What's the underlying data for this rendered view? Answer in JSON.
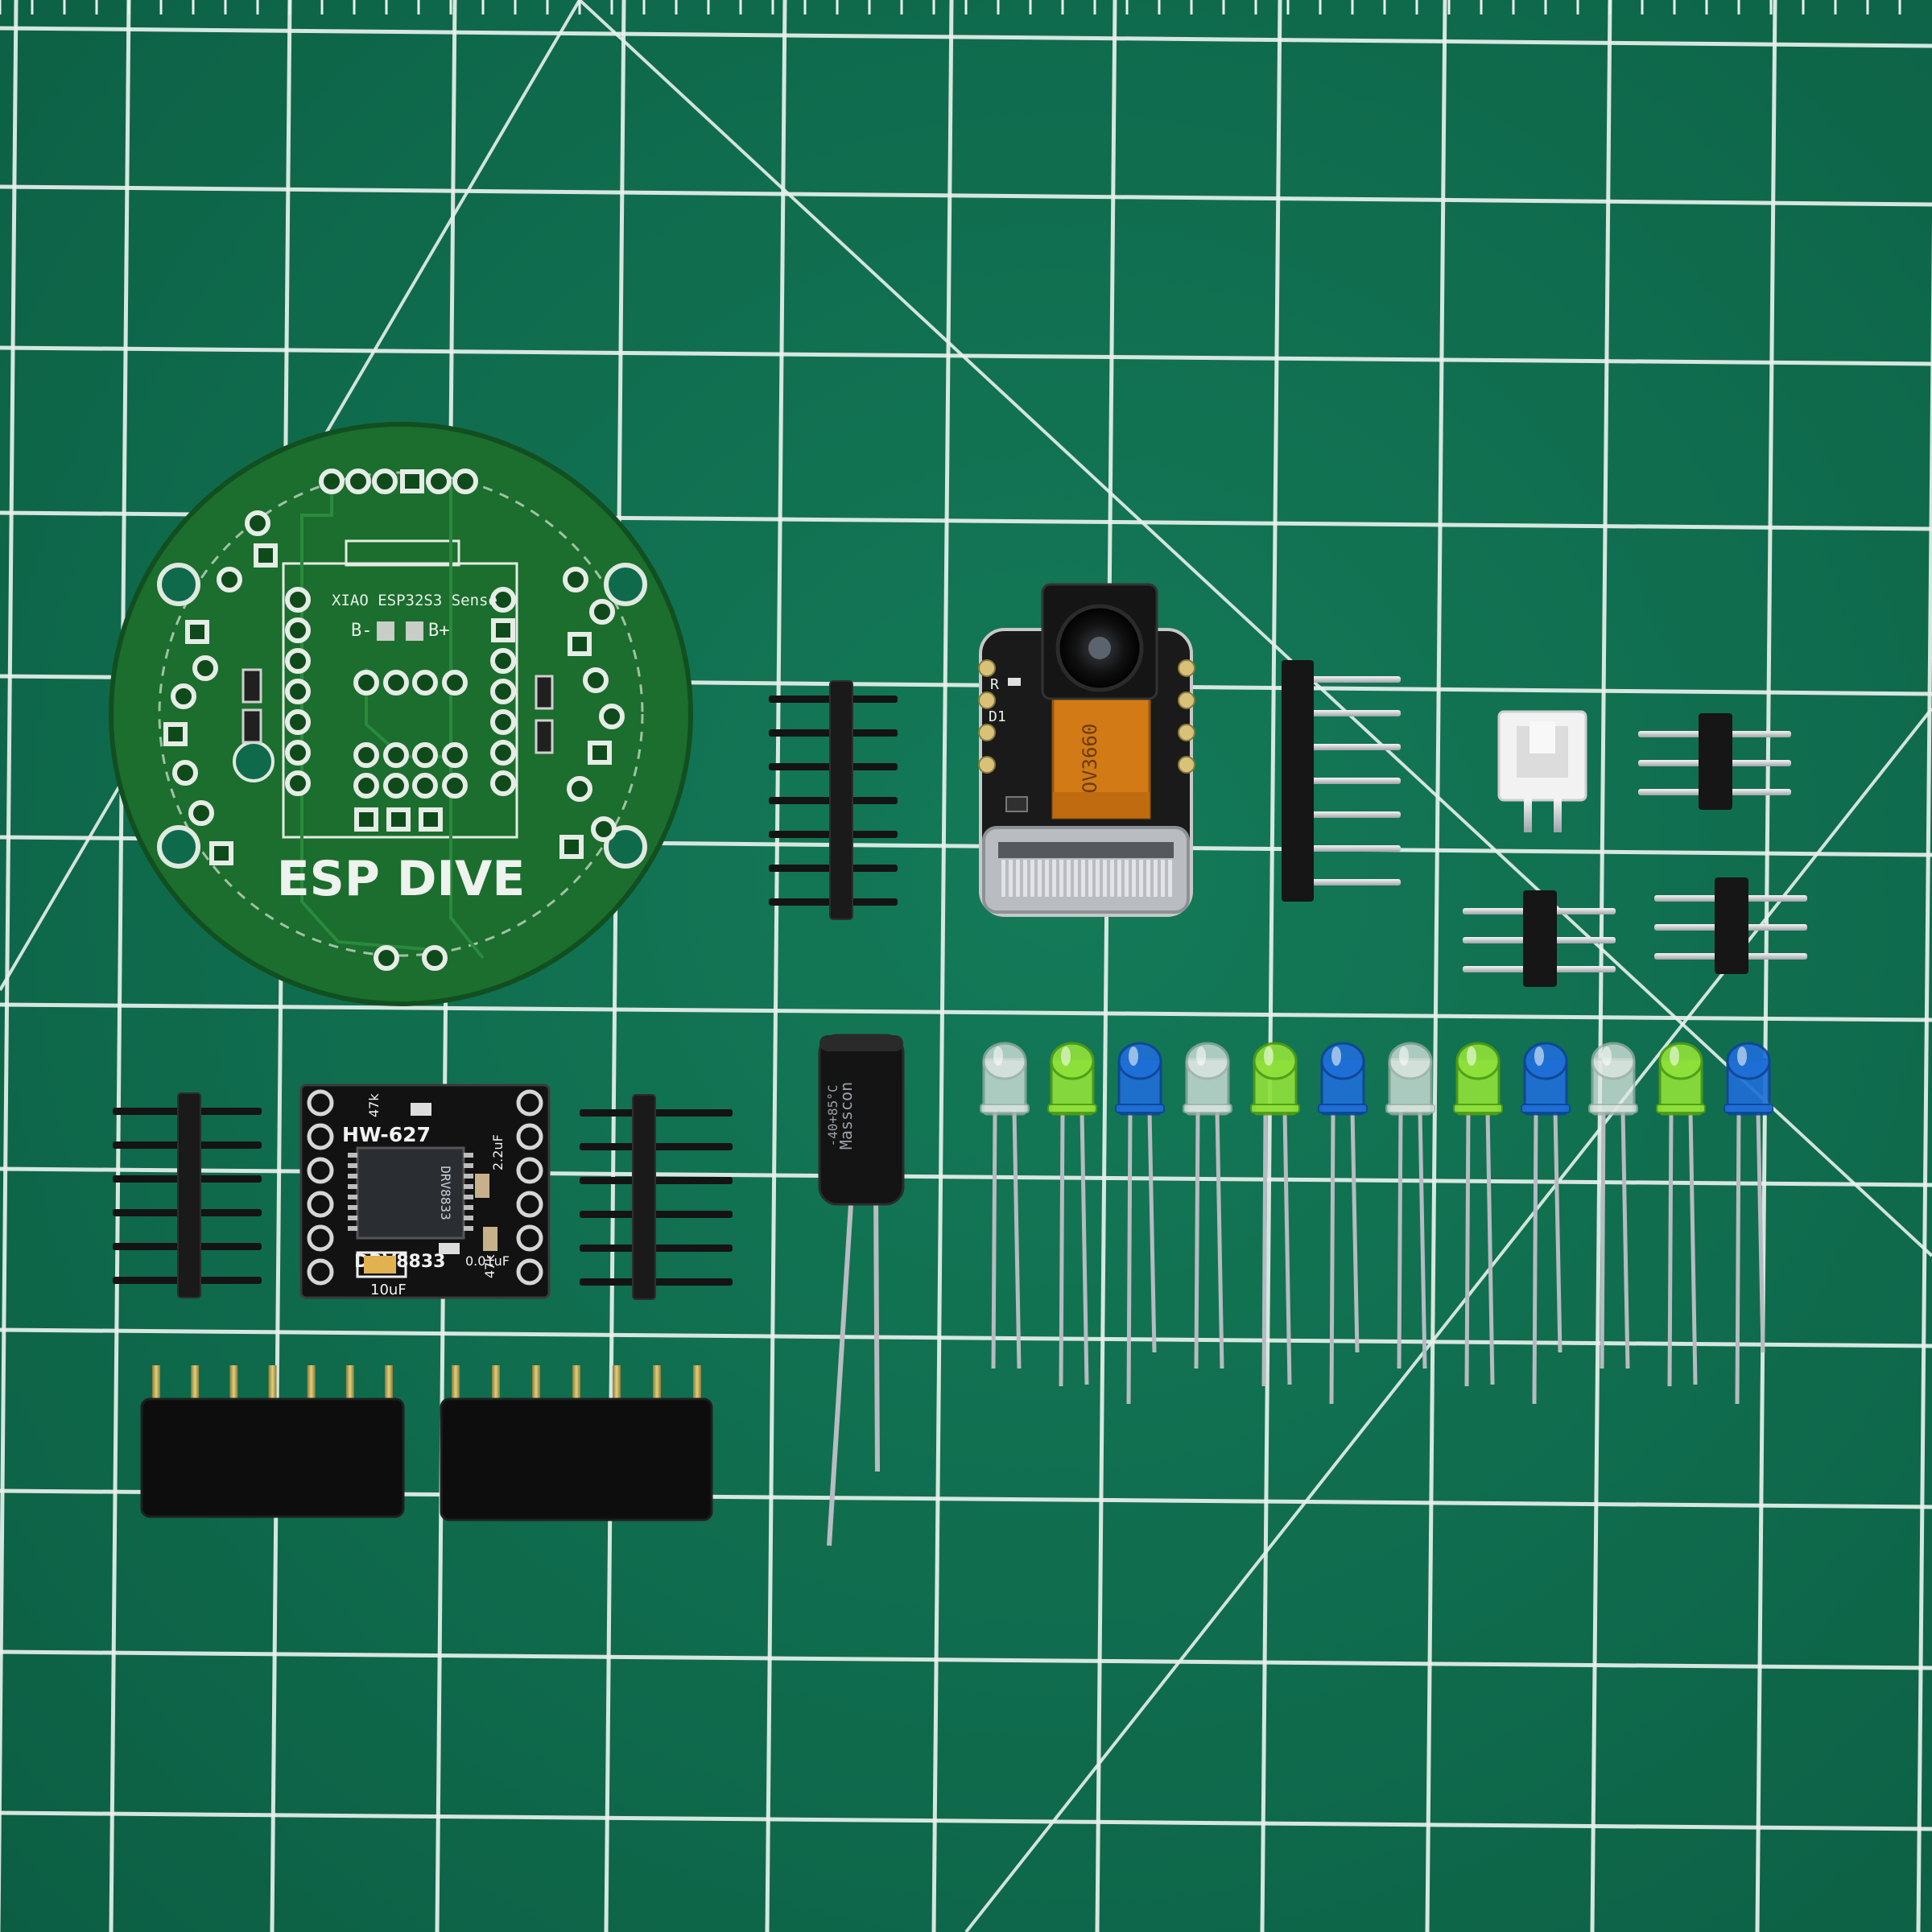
{
  "scene": {
    "mat_color": "#0f6a4c",
    "grid_color": "#e8f1ec"
  },
  "esp_dive_board": {
    "title": "ESP DIVE",
    "module_label": "XIAO ESP32S3 Sense",
    "battery_minus": "B-",
    "battery_plus": "B+",
    "pcb_color": "#1b6e2d"
  },
  "camera_module": {
    "sensor_label": "OV3660",
    "led_labels": [
      "R",
      "D1"
    ]
  },
  "motor_driver": {
    "title": "HW-627",
    "chip_label": "DRV8833",
    "chip_print": "DRV8833",
    "labels": {
      "r_top": "47k",
      "cap_top": "2.2uF",
      "cap_mid": "0.01uF",
      "r_bottom": "47k",
      "cap_bottom": "10uF"
    },
    "board_color": "#121212"
  },
  "capacitor": {
    "brand": "Masscon",
    "temp": "-40+85°C"
  },
  "leds": {
    "colors": [
      "clear",
      "green",
      "blue",
      "clear",
      "green",
      "blue",
      "clear",
      "green",
      "blue",
      "clear",
      "green",
      "blue"
    ]
  }
}
